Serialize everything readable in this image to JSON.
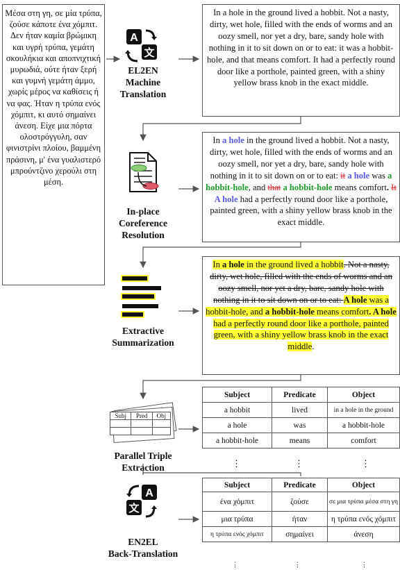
{
  "source_text": "Μέσα στη γη, σε μία τρύπα, ζούσε κάποτε ένα χόμπιτ. Δεν ήταν καμία βρώμικη και υγρή τρύπα, γεμάτη σκουλήκια και αποπνιχτική μυρωδιά, ούτε ήταν ξερή και γυμνή γεμάτη άμμο, χωρίς μέρος να καθίσεις ή να φας. Ήταν η τρύπα ενός χόμπιτ, κι αυτό σημαίνει άνεση. Είχε μια πόρτα ολοστρόγγυλη, σαν φινιστρίνι πλοίου, βαμμένη πράσινη, μ' ένα γυαλιστερό μπρούντζινο χερούλι στη μέση.",
  "steps": {
    "translation": {
      "line1": "EL2EN",
      "line2": "Machine Translation"
    },
    "coref": {
      "line1": "In-place",
      "line2": "Coreference",
      "line3": "Resolution"
    },
    "summ": {
      "line1": "Extractive",
      "line2": "Summarization"
    },
    "triple": {
      "line1": "Parallel Triple",
      "line2": "Extraction"
    },
    "back": {
      "line1": "EN2EL",
      "line2": "Back-Translation"
    }
  },
  "translated_text": "In a hole in the ground lived a hobbit. Not a nasty, dirty, wet hole, filled with the ends of worms and an oozy smell, nor yet a dry, bare, sandy hole with nothing in it to sit down on or to eat: it was a hobbit-hole, and that means comfort. It had a perfectly round door like a porthole, painted green, with a shiny yellow brass knob in the exact middle.",
  "coref_text": {
    "p1": "In ",
    "m1": "a hole",
    "p2": " in the ground lived a hobbit. Not a nasty, dirty, wet hole, filled with the ends of worms and an oozy smell, nor yet a dry, bare, sandy hole with nothing in it to sit down on or to eat: ",
    "r1": "it",
    "m2": "a hole",
    "p3": " was ",
    "g1": "a hobbit-hole",
    "p4": ", and ",
    "r2": "that",
    "g2": "a hobbit-hole",
    "p5": " means comfort",
    "p6": ". ",
    "r3": "It",
    "m3": "A hole",
    "p7": " had a perfectly round door like a porthole, painted green, with a shiny yellow brass knob in the exact middle."
  },
  "summary_text": {
    "a1": "In ",
    "a2": "a hole",
    "a3": " in the ground lived a hobbit",
    "s1": ". Not a nasty, dirty, wet hole, filled with the ends of worms and an oozy smell, nor yet a dry, bare, sandy hole with nothing in it to sit down on or to eat: ",
    "b1": "A hole",
    "b2": " was a hobbit-hole, and ",
    "b3": "a hobbit-hole",
    "b4": " means comfort",
    "b5": ". ",
    "b6": "A hole",
    "b7": " had a perfectly round door like a porthole, painted green, with a shiny yellow brass knob in the exact middle",
    "b8": "."
  },
  "icon_table_headers": [
    "Subj",
    "Pred",
    "Obj"
  ],
  "english_triples": {
    "headers": [
      "Subject",
      "Predicate",
      "Object"
    ],
    "rows": [
      [
        "a hobbit",
        "lived",
        "in a hole in the ground"
      ],
      [
        "a hole",
        "was",
        "a hobbit-hole"
      ],
      [
        "a hobbit-hole",
        "means",
        "comfort"
      ]
    ]
  },
  "greek_triples": {
    "headers": [
      "Subject",
      "Predicate",
      "Object"
    ],
    "rows": [
      [
        "ένα χόμπιτ",
        "ζούσε",
        "σε μια τρύπα μέσα στη γη"
      ],
      [
        "μια τρύπα",
        "ήταν",
        "η τρύπα ενός χόμπιτ"
      ],
      [
        "η τρύπα ενός χόμπιτ",
        "σημαίνει",
        "άνεση"
      ]
    ]
  },
  "ellipsis": "⋮"
}
